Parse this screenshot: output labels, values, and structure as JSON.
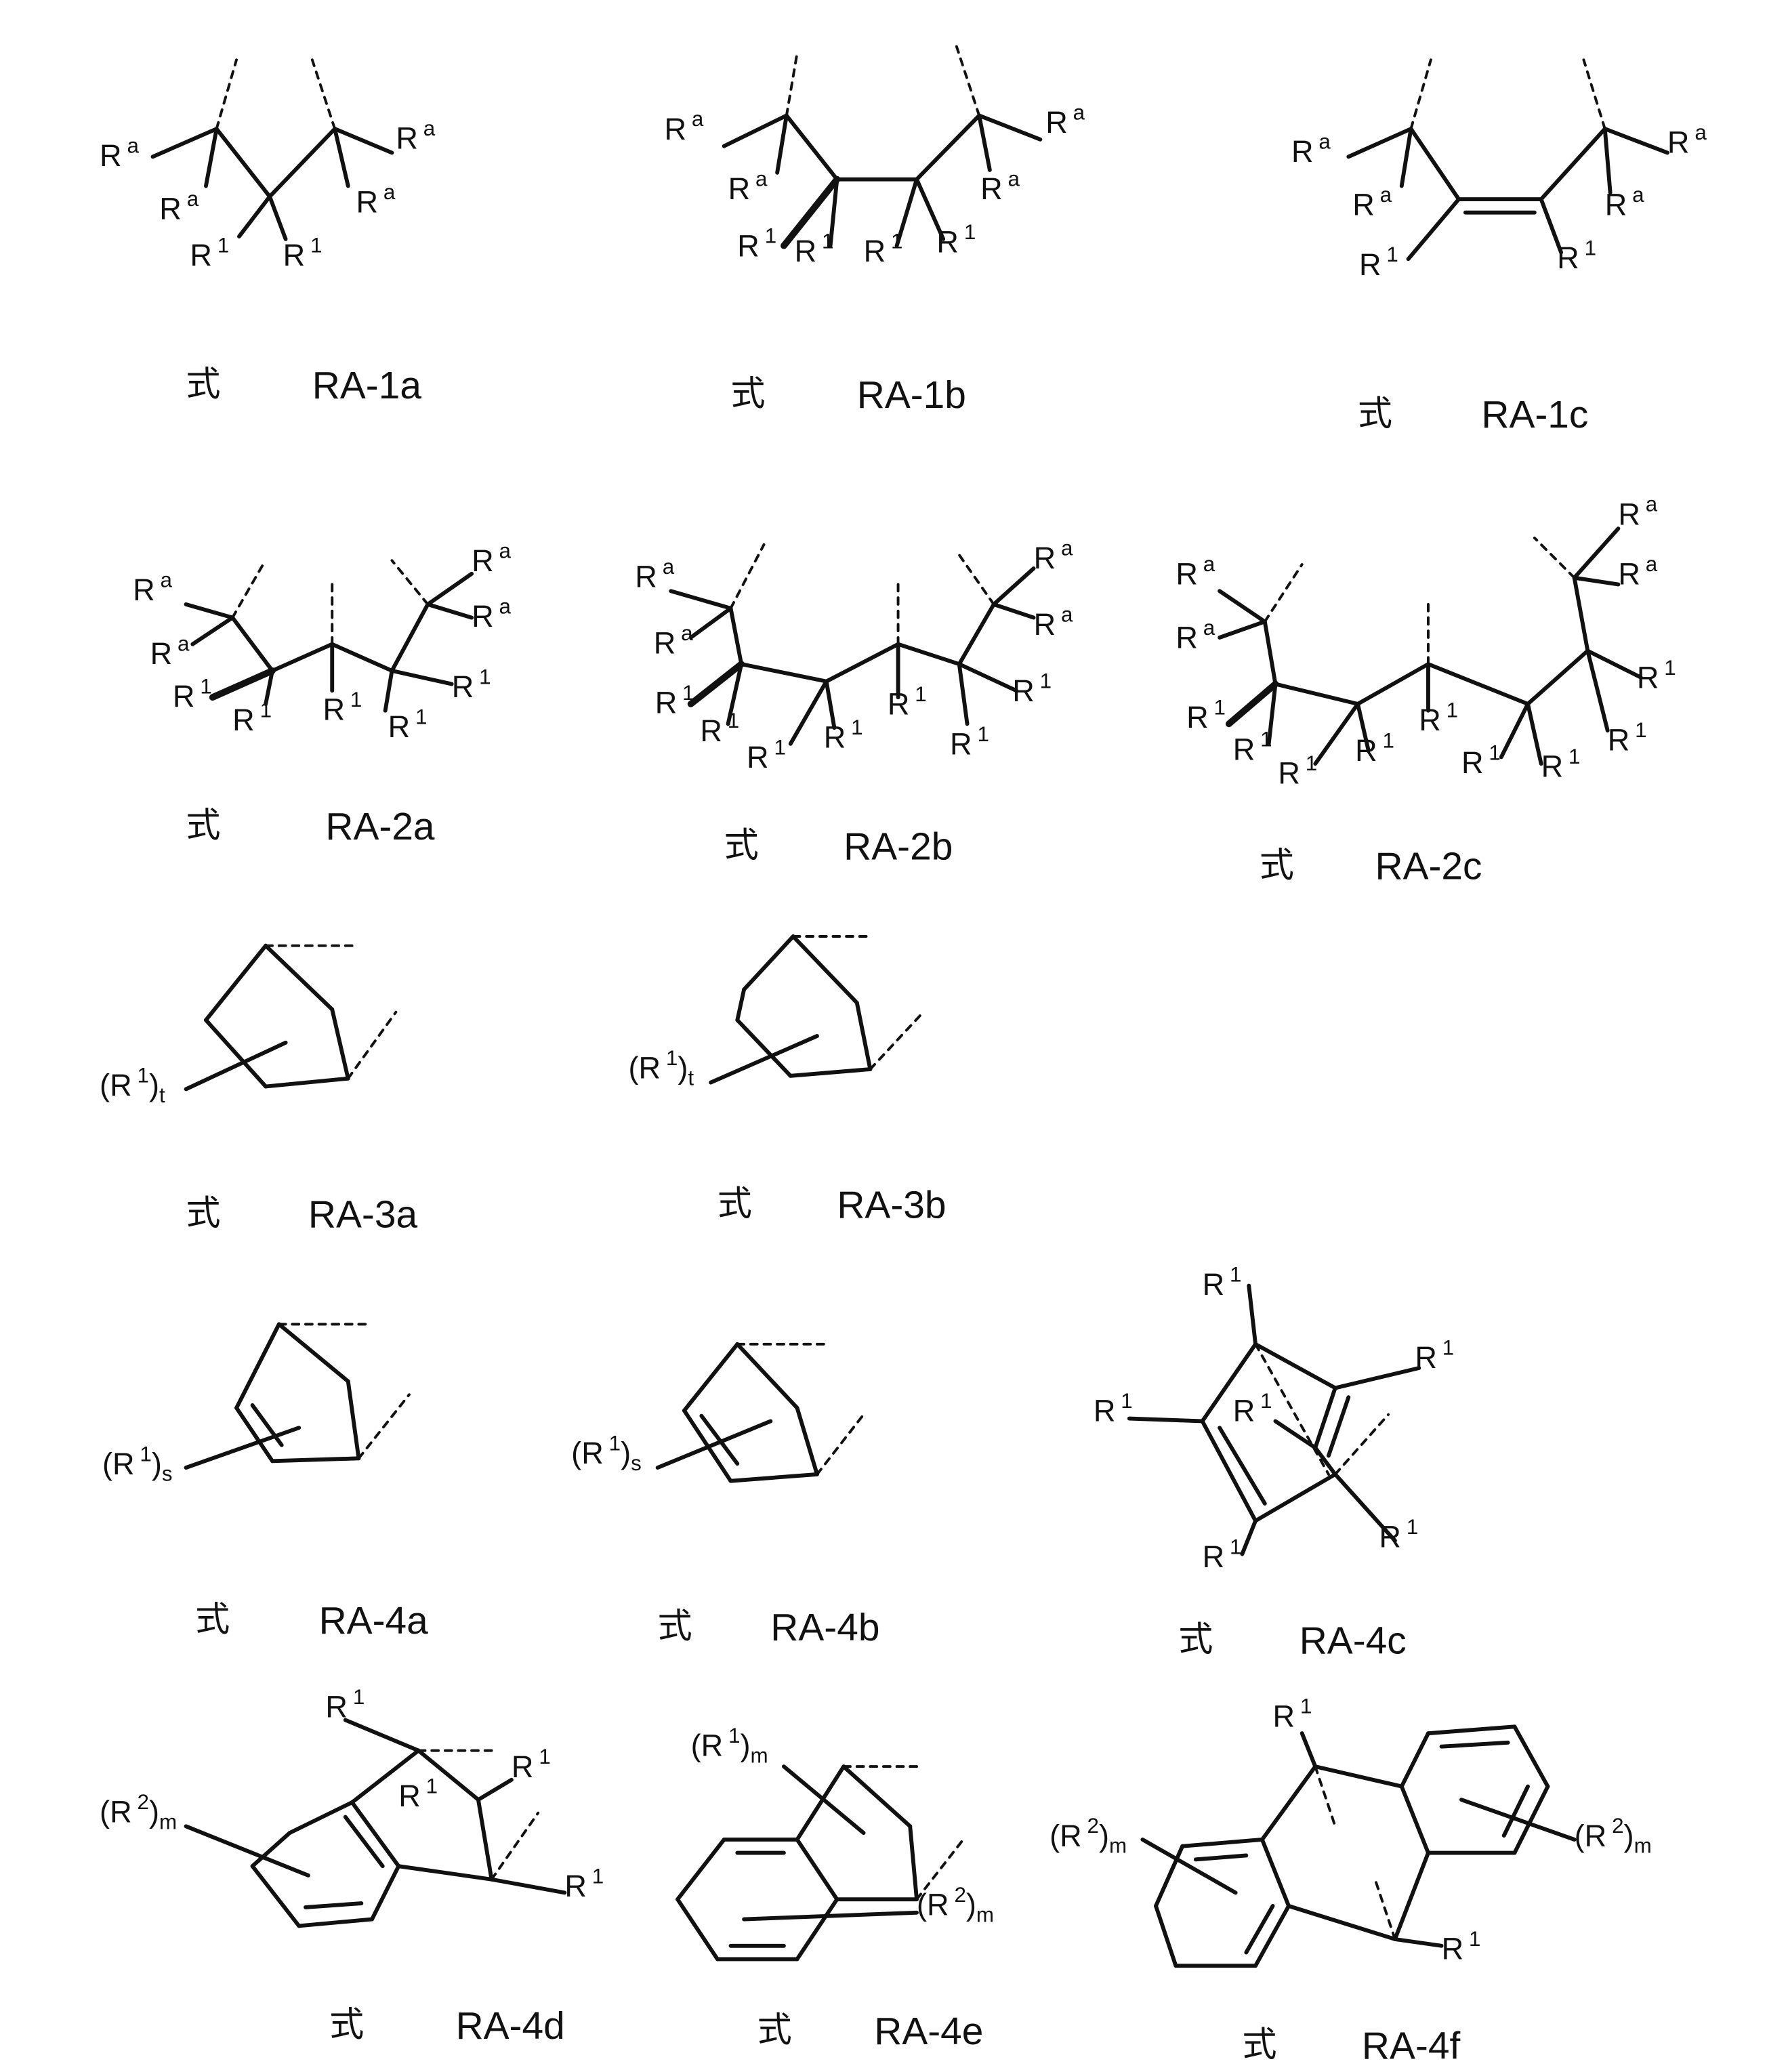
{
  "formulas": [
    {
      "prefix": "式",
      "name": "RA-1a"
    },
    {
      "prefix": "式",
      "name": "RA-1b"
    },
    {
      "prefix": "式",
      "name": "RA-1c"
    },
    {
      "prefix": "式",
      "name": "RA-2a"
    },
    {
      "prefix": "式",
      "name": "RA-2b"
    },
    {
      "prefix": "式",
      "name": "RA-2c"
    },
    {
      "prefix": "式",
      "name": "RA-3a"
    },
    {
      "prefix": "式",
      "name": "RA-3b"
    },
    {
      "prefix": "式",
      "name": "RA-4a"
    },
    {
      "prefix": "式",
      "name": "RA-4b"
    },
    {
      "prefix": "式",
      "name": "RA-4c"
    },
    {
      "prefix": "式",
      "name": "RA-4d"
    },
    {
      "prefix": "式",
      "name": "RA-4e"
    },
    {
      "prefix": "式",
      "name": "RA-4f"
    }
  ],
  "substituents": {
    "Ra": {
      "base": "R",
      "sup": "a",
      "close": "",
      "sub": ""
    },
    "R1": {
      "base": "R",
      "sup": "1",
      "close": "",
      "sub": ""
    },
    "R1t": {
      "base": "(R",
      "sup": "1",
      "close": ")",
      "sub": "t"
    },
    "R1s": {
      "base": "(R",
      "sup": "1",
      "close": ")",
      "sub": "s"
    },
    "R1m": {
      "base": "(R",
      "sup": "1",
      "close": ")",
      "sub": "m"
    },
    "R2m": {
      "base": "(R",
      "sup": "2",
      "close": ")",
      "sub": "m"
    }
  }
}
